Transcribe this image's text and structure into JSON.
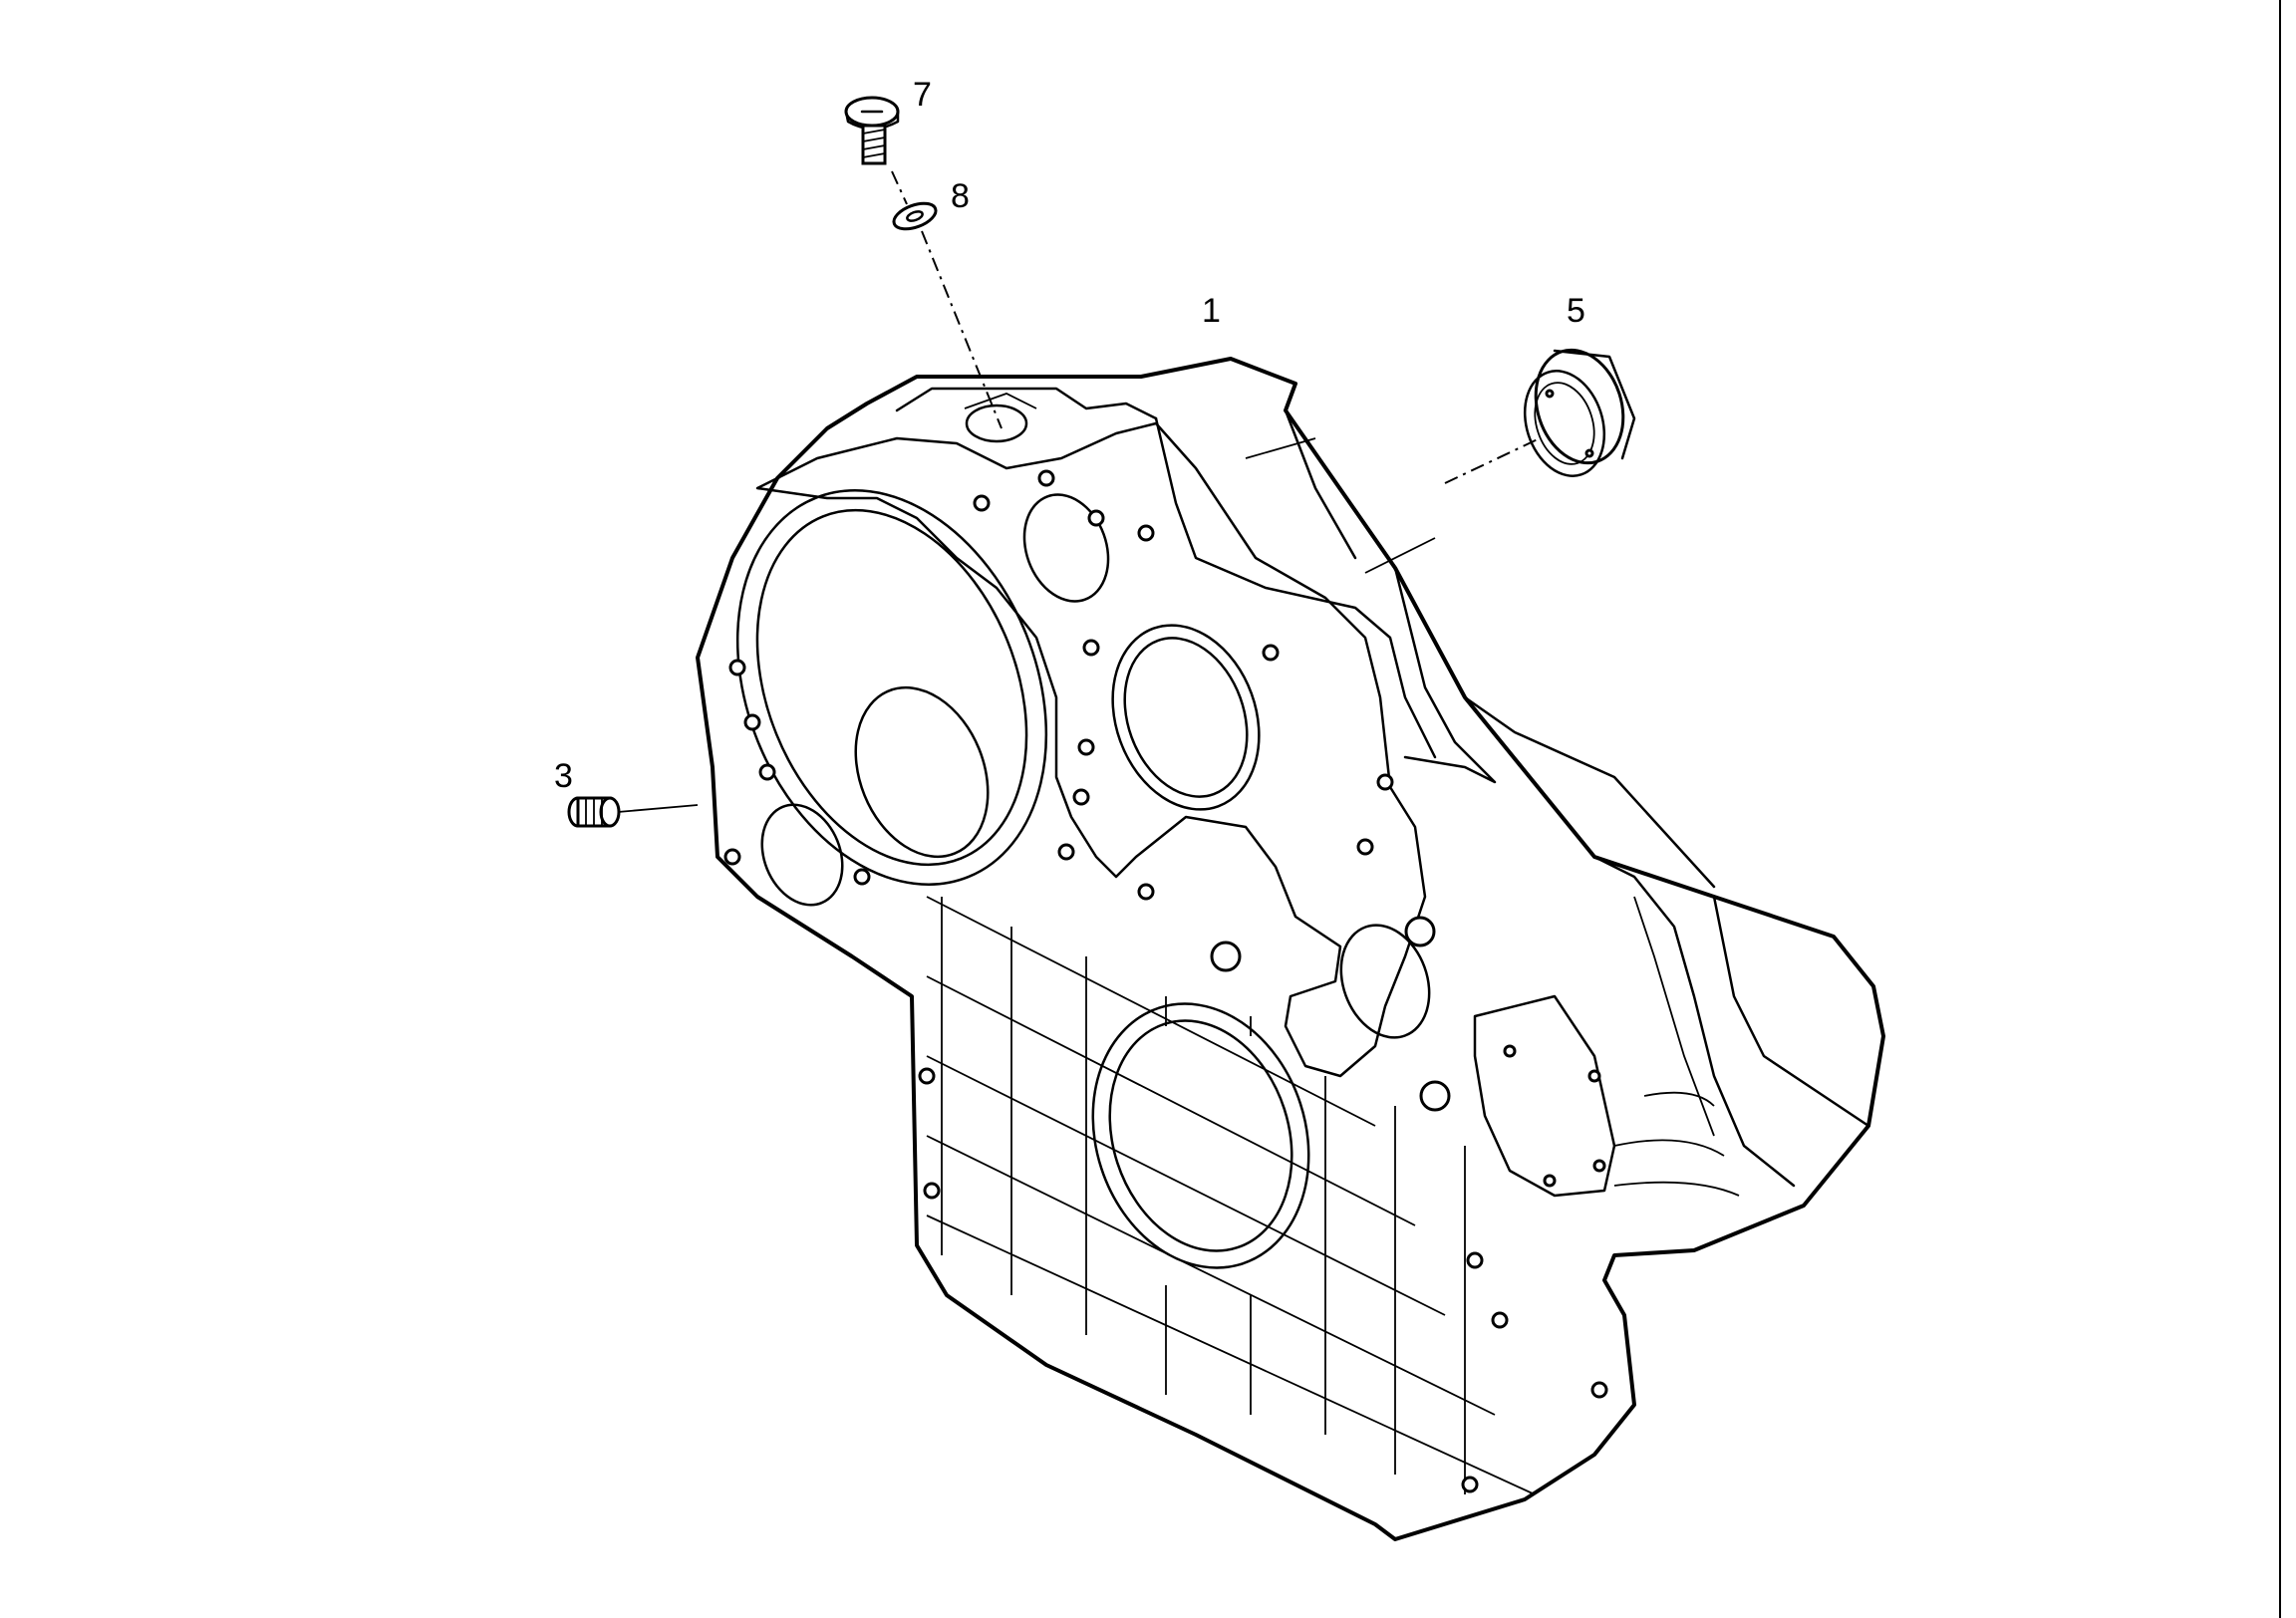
{
  "diagram": {
    "callouts": [
      {
        "id": "1",
        "label": "1"
      },
      {
        "id": "3",
        "label": "3"
      },
      {
        "id": "5",
        "label": "5"
      },
      {
        "id": "7",
        "label": "7"
      },
      {
        "id": "8",
        "label": "8"
      }
    ],
    "parts": [
      {
        "callout": "1",
        "name": "timing-gear-housing"
      },
      {
        "callout": "3",
        "name": "threaded-plug"
      },
      {
        "callout": "5",
        "name": "seal-ring"
      },
      {
        "callout": "7",
        "name": "screw"
      },
      {
        "callout": "8",
        "name": "washer"
      }
    ],
    "line_color": "#000000",
    "background": "#ffffff"
  }
}
